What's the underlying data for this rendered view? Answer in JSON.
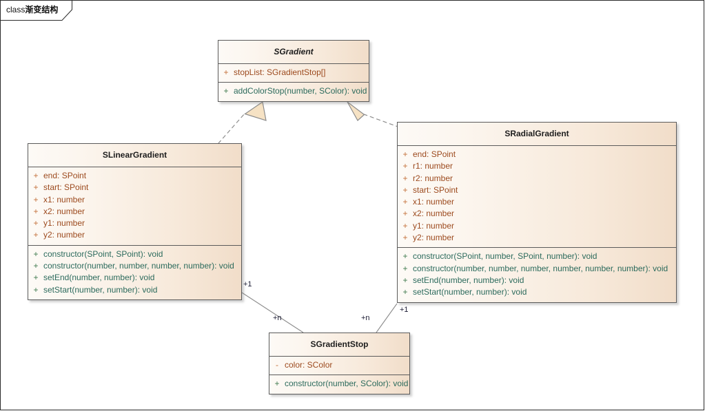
{
  "frame": {
    "keyword": "class",
    "title": "渐变结构"
  },
  "classes": [
    {
      "id": "sgradient",
      "name": "SGradient",
      "abstract": true,
      "attributes": [
        {
          "visibility": "+",
          "signature": "stopList: SGradientStop[]"
        }
      ],
      "methods": [
        {
          "visibility": "+",
          "signature": "addColorStop(number, SColor): void"
        }
      ]
    },
    {
      "id": "slineargradient",
      "name": "SLinearGradient",
      "abstract": false,
      "attributes": [
        {
          "visibility": "+",
          "signature": "end: SPoint"
        },
        {
          "visibility": "+",
          "signature": "start: SPoint"
        },
        {
          "visibility": "+",
          "signature": "x1: number"
        },
        {
          "visibility": "+",
          "signature": "x2: number"
        },
        {
          "visibility": "+",
          "signature": "y1: number"
        },
        {
          "visibility": "+",
          "signature": "y2: number"
        }
      ],
      "methods": [
        {
          "visibility": "+",
          "signature": "constructor(SPoint, SPoint): void"
        },
        {
          "visibility": "+",
          "signature": "constructor(number, number, number, number): void"
        },
        {
          "visibility": "+",
          "signature": "setEnd(number, number): void"
        },
        {
          "visibility": "+",
          "signature": "setStart(number, number): void"
        }
      ]
    },
    {
      "id": "sradialgradient",
      "name": "SRadialGradient",
      "abstract": false,
      "attributes": [
        {
          "visibility": "+",
          "signature": "end: SPoint"
        },
        {
          "visibility": "+",
          "signature": "r1: number"
        },
        {
          "visibility": "+",
          "signature": "r2: number"
        },
        {
          "visibility": "+",
          "signature": "start: SPoint"
        },
        {
          "visibility": "+",
          "signature": "x1: number"
        },
        {
          "visibility": "+",
          "signature": "x2: number"
        },
        {
          "visibility": "+",
          "signature": "y1: number"
        },
        {
          "visibility": "+",
          "signature": "y2: number"
        }
      ],
      "methods": [
        {
          "visibility": "+",
          "signature": "constructor(SPoint, number, SPoint, number): void"
        },
        {
          "visibility": "+",
          "signature": "constructor(number, number, number, number, number, number): void"
        },
        {
          "visibility": "+",
          "signature": "setEnd(number, number): void"
        },
        {
          "visibility": "+",
          "signature": "setStart(number, number): void"
        }
      ]
    },
    {
      "id": "sgradientstop",
      "name": "SGradientStop",
      "abstract": false,
      "attributes": [
        {
          "visibility": "-",
          "signature": "color: SColor"
        }
      ],
      "methods": [
        {
          "visibility": "+",
          "signature": "constructor(number, SColor): void"
        }
      ]
    }
  ],
  "relationships": [
    {
      "id": "linear-realizes-gradient",
      "type": "realization",
      "from": "SLinearGradient",
      "to": "SGradient",
      "source_label": "",
      "target_label": ""
    },
    {
      "id": "radial-realizes-gradient",
      "type": "realization",
      "from": "SRadialGradient",
      "to": "SGradient",
      "source_label": "",
      "target_label": ""
    },
    {
      "id": "linear-has-stops",
      "type": "association",
      "from": "SLinearGradient",
      "to": "SGradientStop",
      "source_label": "+1",
      "target_label": "+n"
    },
    {
      "id": "radial-has-stops",
      "type": "association",
      "from": "SRadialGradient",
      "to": "SGradientStop",
      "source_label": "+1",
      "target_label": "+n"
    }
  ],
  "colors": {
    "box_border": "#5a5a5a",
    "box_fill_left": "#fdfaf6",
    "box_fill_right": "#f1ddc9",
    "attribute_text": "#9c4a1e",
    "method_text": "#2b6a5c",
    "name_text": "#1d1d1d",
    "connector": "#8c8c8c",
    "arrow_fill": "#f6e2c4",
    "frame_border": "#2b2b2b"
  }
}
